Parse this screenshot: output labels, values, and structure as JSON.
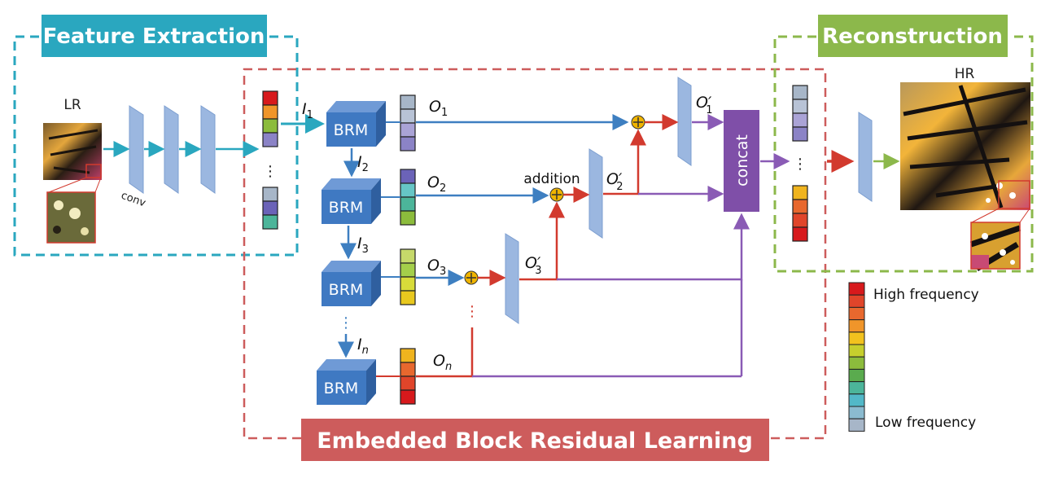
{
  "sections": {
    "feature_extraction": "Feature Extraction",
    "embedded": "Embedded Block Residual Learning",
    "reconstruction": "Reconstruction"
  },
  "labels": {
    "lr": "LR",
    "hr": "HR",
    "conv": "conv",
    "addition": "addition",
    "concat": "concat",
    "brm": "BRM",
    "vdots": "⋮"
  },
  "math": {
    "i1": "I",
    "i1_sub": "1",
    "i2": "I",
    "i2_sub": "2",
    "i3": "I",
    "i3_sub": "3",
    "in": "I",
    "in_sub": "n",
    "o1": "O",
    "o1_sub": "1",
    "o2": "O",
    "o2_sub": "2",
    "o3": "O",
    "o3_sub": "3",
    "on": "O",
    "on_sub": "n",
    "o1p": "O′",
    "o1p_sub": "1",
    "o2p": "O′",
    "o2p_sub": "2",
    "o3p": "O′",
    "o3p_sub": "3"
  },
  "legend": {
    "high": "High frequency",
    "low": "Low frequency",
    "colors": [
      "#d7191c",
      "#e0452a",
      "#e8682e",
      "#f0952a",
      "#f2c21e",
      "#c6cf2d",
      "#8cbc3c",
      "#5aab4e",
      "#4cb59a",
      "#52b8c8",
      "#8bbbd0",
      "#a7b6c8"
    ]
  },
  "colors": {
    "feature": "#2aa7bf",
    "embedded": "#cd5c5c",
    "reconstruction": "#8cb84b",
    "brm": "#3f79c2",
    "conv": "#9bb7e0",
    "concat": "#7f4fa8",
    "arrow_blue": "#3e7fc1",
    "arrow_red": "#d23a2e",
    "arrow_purple": "#8a5bb5",
    "arrow_teal": "#2aa7bf",
    "arrow_green": "#8cb84b",
    "adder": "#f0b400"
  }
}
